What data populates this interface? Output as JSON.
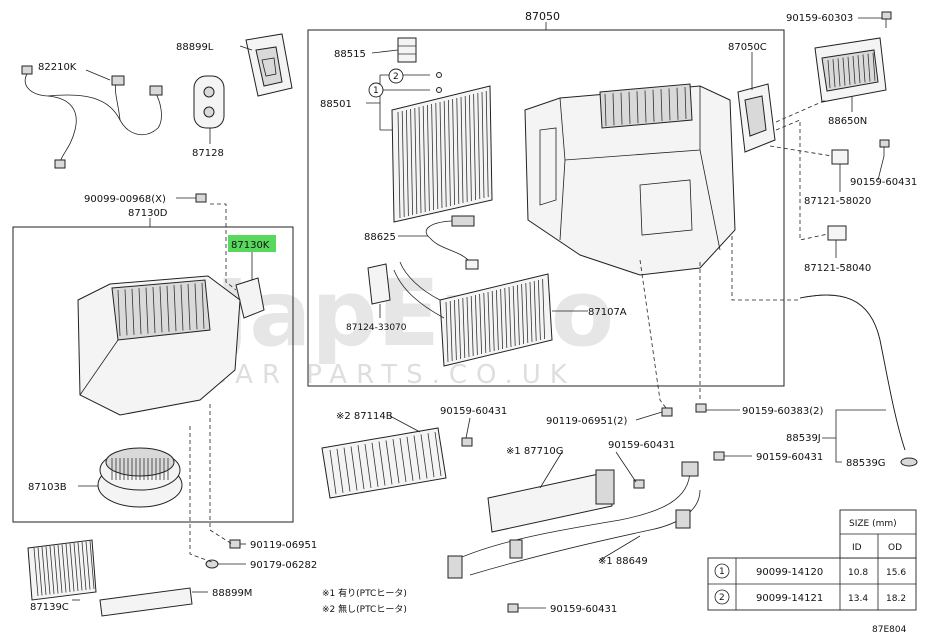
{
  "labels": {
    "p87050": "87050",
    "p90159_60303": "90159-60303",
    "p88899L": "88899L",
    "p82210K": "82210K",
    "p88515": "88515",
    "p87050C": "87050C",
    "p88501": "88501",
    "p87128": "87128",
    "p88650N": "88650N",
    "p90099_00968": "90099-00968(X)",
    "p87130D": "87130D",
    "p90159_60431_a": "90159-60431",
    "p87121_58020": "87121-58020",
    "p87130K": "87130K",
    "p88625": "88625",
    "p87121_58040": "87121-58040",
    "p87124_33070": "87124-33070",
    "p87107A": "87107A",
    "p87114B": "※2 87114B",
    "p90159_60431_b": "90159-60431",
    "p90119_06951_2": "90119-06951(2)",
    "p90159_60383": "90159-60383(2)",
    "p88539J": "88539J",
    "p87710G": "※1 87710G",
    "p90159_60431_c": "90159-60431",
    "p90159_60431_d": "90159-60431",
    "p88539G": "88539G",
    "p87103B": "87103B",
    "p90119_06951": "90119-06951",
    "p90179_06282": "90179-06282",
    "p88649": "※1 88649",
    "p87139C": "87139C",
    "p88899M": "88899M",
    "p90159_60431_e": "90159-60431",
    "circle1": "1",
    "circle2": "2",
    "diagram_code": "87E804"
  },
  "notes": [
    "※1 有り(PTCヒータ)",
    "※2 無し(PTCヒータ)"
  ],
  "size_table": {
    "title": "SIZE (mm)",
    "col_id": "ID",
    "col_od": "OD",
    "rows": [
      {
        "num": "1",
        "part": "90099-14120",
        "id": "10.8",
        "od": "15.6"
      },
      {
        "num": "2",
        "part": "90099-14121",
        "id": "13.4",
        "od": "18.2"
      }
    ]
  },
  "watermark": {
    "line1": "JapEuro",
    "line2": "CAR PARTS.CO.UK"
  },
  "colors": {
    "highlight": "#58d85c",
    "line": "#222222"
  }
}
